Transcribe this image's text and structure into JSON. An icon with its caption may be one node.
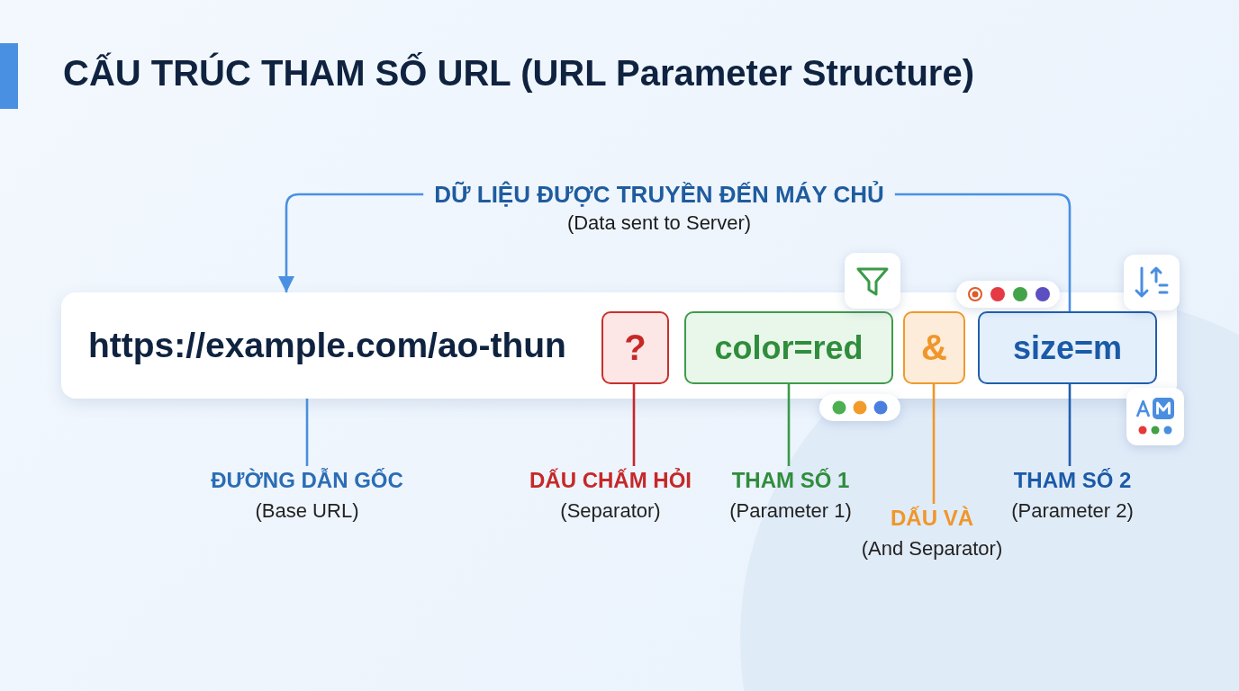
{
  "diagram": {
    "title": "CẤU TRÚC THAM SỐ URL (URL Parameter Structure)",
    "nodes": [
      {
        "text": [
          "DỮ LIỆU ĐƯỢC TRUYỀN ĐẾN MÁY CHỦ",
          "(Data sent to Server)"
        ]
      },
      {
        "text": [
          "https://example.com/ao-thun"
        ]
      },
      {
        "text": [
          "?"
        ],
        "in": 1
      },
      {
        "text": [
          "color=red"
        ],
        "in": 1
      },
      {
        "text": [
          "&"
        ],
        "in": 1
      },
      {
        "text": [
          "size=m"
        ],
        "in": 1
      },
      {
        "text": [
          "ĐƯỜNG DẪN GỐC",
          "(Base URL)"
        ]
      },
      {
        "text": [
          "DẤU CHẤM HỎI",
          "(Separator)"
        ]
      },
      {
        "text": [
          "THAM SỐ 1",
          "(Parameter 1)"
        ]
      },
      {
        "text": [
          "DẤU VÀ",
          "(And Separator)"
        ]
      },
      {
        "text": [
          "THAM SỐ 2",
          "(Parameter 2)"
        ]
      }
    ],
    "edges": [
      {
        "from": 6,
        "to": 1,
        "arrow": "none",
        "color": "#4a90d9"
      },
      {
        "from": 7,
        "to": 2,
        "arrow": "none",
        "color": "#c62828"
      },
      {
        "from": 8,
        "to": 3,
        "arrow": "none",
        "color": "#3a9a48"
      },
      {
        "from": 9,
        "to": 4,
        "arrow": "none",
        "color": "#f0962a"
      },
      {
        "from": 10,
        "to": 5,
        "arrow": "none",
        "color": "#1f5fae"
      },
      {
        "from": 5,
        "to": 0,
        "arrow": "none",
        "color": "#4a90e2"
      },
      {
        "from": 0,
        "to": 1,
        "arrow": "to",
        "color": "#4a90e2"
      }
    ]
  }
}
